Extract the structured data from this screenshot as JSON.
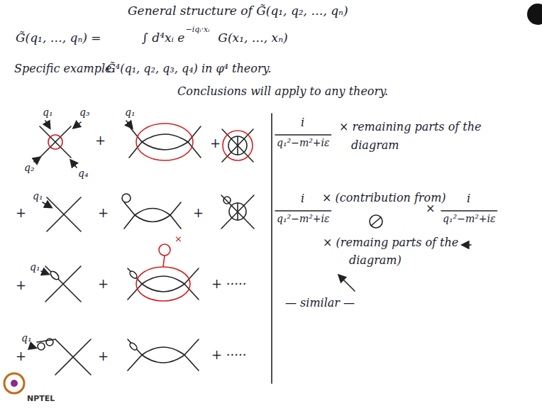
{
  "diagram": {
    "title": "General structure of G̃(q₁, q₂, …, qₙ)",
    "labels": [
      "G̃(q₁, …, qₙ)  =",
      "∫ d⁴xᵢ e",
      "−iqᵢ·xᵢ",
      "G(x₁, …, xₙ)",
      "Specific example.",
      "G̃⁴(q₁, q₂, q₃, q₄) in φ⁴ theory.",
      "Conclusions will apply to any theory.",
      "q₁",
      "q₃",
      "q₂",
      "q₄",
      "+",
      "q₁",
      "+",
      "+",
      "q₁",
      "+",
      "+",
      "+",
      "q₁",
      "+",
      "×",
      "+ ·····",
      "+",
      "q₁",
      "+",
      "+ ·····",
      "i",
      "q₁²−m²+iε",
      "× remaining parts of the",
      "diagram",
      "i",
      "q₁²−m²+iε",
      "× (contribution from)",
      "×",
      "i",
      "q₁²−m²+iε",
      "× (remaing parts of the",
      "diagram)",
      "— similar —",
      "NPTEL"
    ]
  }
}
